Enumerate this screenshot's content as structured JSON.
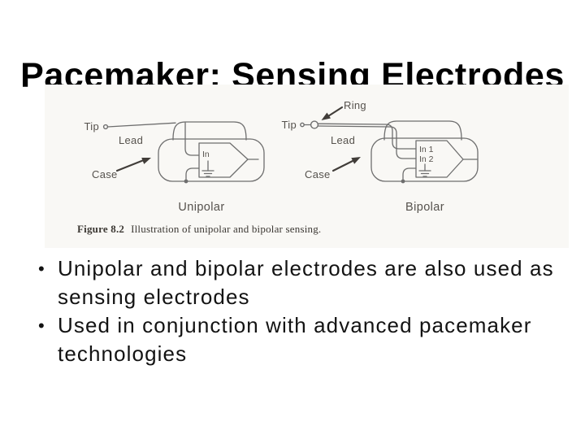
{
  "slide": {
    "title": "Pacemaker: Sensing Electrodes",
    "bullet_char": "•",
    "bullets": [
      "Unipolar and bipolar electrodes are also used as sensing electrodes",
      "Used in conjunction with advanced pacemaker technologies"
    ]
  },
  "figure": {
    "caption_label": "Figure 8.2",
    "caption_text": "Illustration of unipolar and bipolar sensing.",
    "unipolar": {
      "name": "Unipolar",
      "tip": "Tip",
      "lead": "Lead",
      "case": "Case",
      "amp_in": "In"
    },
    "bipolar": {
      "name": "Bipolar",
      "ring": "Ring",
      "tip": "Tip",
      "lead": "Lead",
      "case": "Case",
      "amp_in1": "In 1",
      "amp_in2": "In 2"
    }
  }
}
